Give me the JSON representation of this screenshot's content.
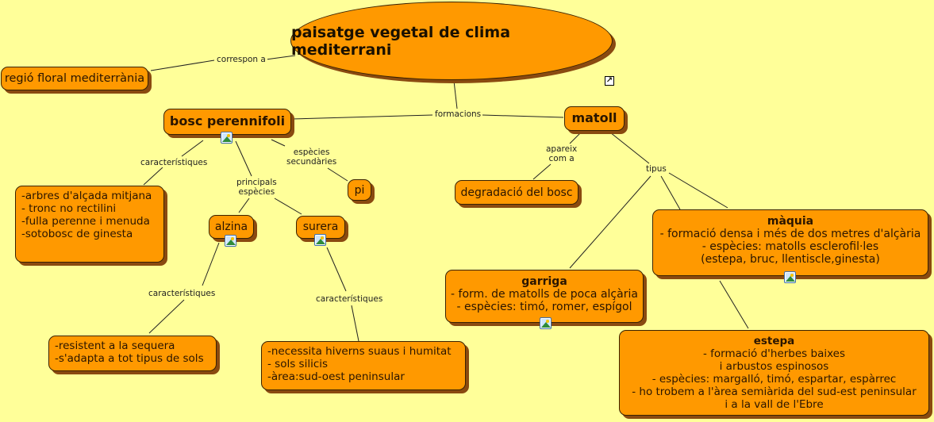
{
  "map": {
    "root": "paisatge vegetal de clima mediterrani",
    "nodes": {
      "regio": "regió floral mediterrània",
      "bosc": "bosc perennifoli",
      "matoll": "matoll",
      "bosc_chars": [
        "-arbres d'alçada mitjana",
        "- tronc no rectilini",
        "-fulla perenne i menuda",
        "-sotobosc de ginesta"
      ],
      "pi": "pi",
      "alzina": "alzina",
      "surera": "surera",
      "alzina_chars": [
        "-resistent a la sequera",
        "-s'adapta a tot tipus de sols"
      ],
      "surera_chars": [
        "-necessita hiverns suaus i humitat",
        "- sols silicis",
        "-àrea:sud-oest peninsular"
      ],
      "degradacio": "degradació del bosc",
      "maquia": {
        "title": "màquia",
        "lines": [
          "- formació densa i més de dos metres d'alçària",
          "- espècies: matolls esclerofil·les",
          "(estepa, bruc, llentiscle,ginesta)"
        ]
      },
      "garriga": {
        "title": "garriga",
        "lines": [
          "- form. de matolls de poca alçària",
          "- espècies: timó, romer, espígol"
        ]
      },
      "estepa": {
        "title": "estepa",
        "lines": [
          "- formació d'herbes baixes",
          "i arbustos espinosos",
          "- espècies: margalló, timó, espartar, espàrrec",
          "- ho trobem a l'àrea semiàrida del sud-est peninsular",
          "i a la vall de l'Ebre"
        ]
      }
    },
    "links": {
      "correspon": "correspon a",
      "formacions": "formacions",
      "caracteristiques": "característiques",
      "especies_sec": [
        "espècies",
        "secundàries"
      ],
      "principals": [
        "principals",
        "espècies"
      ],
      "alzina_car": "característiques",
      "surera_car": "característiques",
      "apareix": [
        "apareix",
        "com a"
      ],
      "tipus": "tipus"
    },
    "icons": {
      "image": "image-icon",
      "link": "external-link-icon"
    },
    "colors": {
      "background": "#ffff99",
      "node": "#ff9900",
      "shadow": "#8a4a10"
    }
  }
}
